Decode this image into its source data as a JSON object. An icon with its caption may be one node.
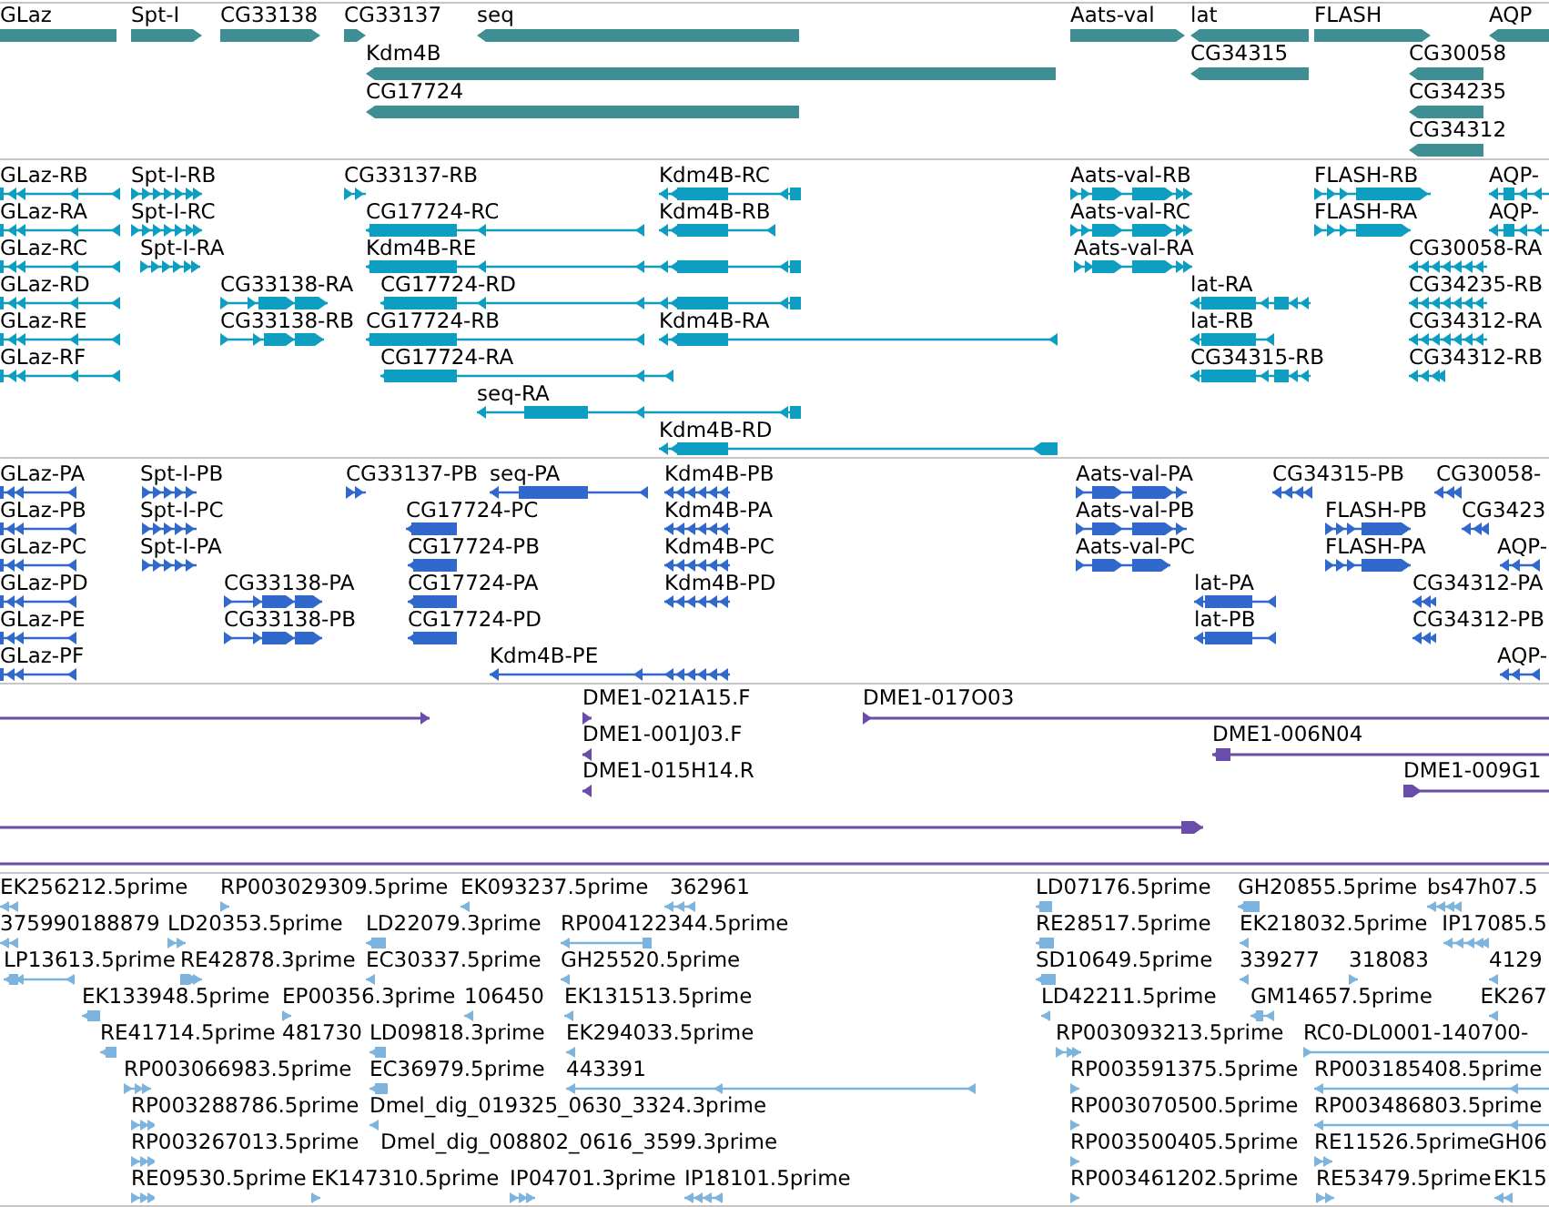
{
  "diagram": {
    "nodes": [
      {
        "text": [
          "GLaz"
        ]
      },
      {
        "text": [
          "Spt-I"
        ]
      },
      {
        "text": [
          "CG33138"
        ]
      },
      {
        "text": [
          "CG33137"
        ]
      },
      {
        "text": [
          "seq"
        ]
      },
      {
        "text": [
          "Aats-val"
        ]
      },
      {
        "text": [
          "lat"
        ]
      },
      {
        "text": [
          "FLASH"
        ]
      },
      {
        "text": [
          "AQP"
        ]
      },
      {
        "text": [
          "Kdm4B"
        ]
      },
      {
        "text": [
          "CG34315"
        ]
      },
      {
        "text": [
          "CG30058"
        ]
      },
      {
        "text": [
          "CG17724"
        ]
      },
      {
        "text": [
          "CG34235"
        ]
      },
      {
        "text": [
          "CG34312"
        ]
      },
      {
        "text": [
          "GLaz-RB"
        ]
      },
      {
        "text": [
          "Spt-I-RB"
        ]
      },
      {
        "text": [
          "CG33137-RB"
        ]
      },
      {
        "text": [
          "Kdm4B-RC"
        ]
      },
      {
        "text": [
          "Aats-val-RB"
        ]
      },
      {
        "text": [
          "FLASH-RB"
        ]
      },
      {
        "text": [
          "AQP-"
        ]
      },
      {
        "text": [
          "GLaz-RA"
        ]
      },
      {
        "text": [
          "Spt-I-RC"
        ]
      },
      {
        "text": [
          "CG17724-RC"
        ]
      },
      {
        "text": [
          "Kdm4B-RB"
        ]
      },
      {
        "text": [
          "Aats-val-RC"
        ]
      },
      {
        "text": [
          "FLASH-RA"
        ]
      },
      {
        "text": [
          "AQP-"
        ]
      },
      {
        "text": [
          "GLaz-RC"
        ]
      },
      {
        "text": [
          "Spt-I-RA"
        ]
      },
      {
        "text": [
          "Kdm4B-RE"
        ]
      },
      {
        "text": [
          "Aats-val-RA"
        ]
      },
      {
        "text": [
          "CG30058-RA"
        ]
      },
      {
        "text": [
          "GLaz-RD"
        ]
      },
      {
        "text": [
          "CG33138-RA"
        ]
      },
      {
        "text": [
          "CG17724-RD"
        ]
      },
      {
        "text": [
          "lat-RA"
        ]
      },
      {
        "text": [
          "CG34235-RB"
        ]
      },
      {
        "text": [
          "GLaz-RE"
        ]
      },
      {
        "text": [
          "CG33138-RB"
        ]
      },
      {
        "text": [
          "CG17724-RB"
        ]
      },
      {
        "text": [
          "Kdm4B-RA"
        ]
      },
      {
        "text": [
          "lat-RB"
        ]
      },
      {
        "text": [
          "CG34312-RA"
        ]
      },
      {
        "text": [
          "GLaz-RF"
        ]
      },
      {
        "text": [
          "CG17724-RA"
        ]
      },
      {
        "text": [
          "CG34315-RB"
        ]
      },
      {
        "text": [
          "CG34312-RB"
        ]
      },
      {
        "text": [
          "seq-RA"
        ]
      },
      {
        "text": [
          "Kdm4B-RD"
        ]
      },
      {
        "text": [
          "GLaz-PA"
        ]
      },
      {
        "text": [
          "Spt-I-PB"
        ]
      },
      {
        "text": [
          "CG33137-PB"
        ]
      },
      {
        "text": [
          "seq-PA"
        ]
      },
      {
        "text": [
          "Kdm4B-PB"
        ]
      },
      {
        "text": [
          "Aats-val-PA"
        ]
      },
      {
        "text": [
          "CG34315-PB"
        ]
      },
      {
        "text": [
          "CG30058-"
        ]
      },
      {
        "text": [
          "GLaz-PB"
        ]
      },
      {
        "text": [
          "Spt-I-PC"
        ]
      },
      {
        "text": [
          "CG17724-PC"
        ]
      },
      {
        "text": [
          "Kdm4B-PA"
        ]
      },
      {
        "text": [
          "Aats-val-PB"
        ]
      },
      {
        "text": [
          "FLASH-PB"
        ]
      },
      {
        "text": [
          "CG3423"
        ]
      },
      {
        "text": [
          "GLaz-PC"
        ]
      },
      {
        "text": [
          "Spt-I-PA"
        ]
      },
      {
        "text": [
          "CG17724-PB"
        ]
      },
      {
        "text": [
          "Kdm4B-PC"
        ]
      },
      {
        "text": [
          "Aats-val-PC"
        ]
      },
      {
        "text": [
          "FLASH-PA"
        ]
      },
      {
        "text": [
          "AQP-"
        ]
      },
      {
        "text": [
          "GLaz-PD"
        ]
      },
      {
        "text": [
          "CG33138-PA"
        ]
      },
      {
        "text": [
          "CG17724-PA"
        ]
      },
      {
        "text": [
          "Kdm4B-PD"
        ]
      },
      {
        "text": [
          "lat-PA"
        ]
      },
      {
        "text": [
          "CG34312-PA"
        ]
      },
      {
        "text": [
          "GLaz-PE"
        ]
      },
      {
        "text": [
          "CG33138-PB"
        ]
      },
      {
        "text": [
          "CG17724-PD"
        ]
      },
      {
        "text": [
          "lat-PB"
        ]
      },
      {
        "text": [
          "CG34312-PB"
        ]
      },
      {
        "text": [
          "GLaz-PF"
        ]
      },
      {
        "text": [
          "Kdm4B-PE"
        ]
      },
      {
        "text": [
          "AQP-"
        ]
      },
      {
        "text": [],
        "shape": "bar"
      },
      {
        "text": [
          "DME1-021A15.F"
        ]
      },
      {
        "text": [
          "DME1-017O03"
        ]
      },
      {
        "text": [
          "DME1-001J03.F"
        ]
      },
      {
        "text": [
          "DME1-006N04"
        ]
      },
      {
        "text": [
          "DME1-015H14.R"
        ]
      },
      {
        "text": [
          "DME1-009G1"
        ]
      },
      {
        "text": [],
        "shape": "bar"
      },
      {
        "text": [],
        "shape": "bar"
      },
      {
        "text": [
          "EK256212.5prime"
        ]
      },
      {
        "text": [
          "RP003029309.5prime"
        ]
      },
      {
        "text": [
          "EK093237.5prime"
        ]
      },
      {
        "text": [
          "362961"
        ]
      },
      {
        "text": [
          "LD07176.5prime"
        ]
      },
      {
        "text": [
          "GH20855.5prime"
        ]
      },
      {
        "text": [
          "bs47h07.5"
        ]
      },
      {
        "text": [
          "375990188879"
        ]
      },
      {
        "text": [
          "LD20353.5prime"
        ]
      },
      {
        "text": [
          "LD22079.3prime"
        ]
      },
      {
        "text": [
          "RP004122344.5prime"
        ]
      },
      {
        "text": [
          "RE28517.5prime"
        ]
      },
      {
        "text": [
          "EK218032.5prime"
        ]
      },
      {
        "text": [
          "IP17085.5"
        ]
      },
      {
        "text": [
          "LP13613.5prime"
        ]
      },
      {
        "text": [
          "RE42878.3prime"
        ]
      },
      {
        "text": [
          "EC30337.5prime"
        ]
      },
      {
        "text": [
          "GH25520.5prime"
        ]
      },
      {
        "text": [
          "SD10649.5prime"
        ]
      },
      {
        "text": [
          "339277"
        ]
      },
      {
        "text": [
          "318083"
        ]
      },
      {
        "text": [
          "4129"
        ]
      },
      {
        "text": [
          "EK133948.5prime"
        ]
      },
      {
        "text": [
          "EP00356.3prime"
        ]
      },
      {
        "text": [
          "106450"
        ]
      },
      {
        "text": [
          "EK131513.5prime"
        ]
      },
      {
        "text": [
          "LD42211.5prime"
        ]
      },
      {
        "text": [
          "GM14657.5prime"
        ]
      },
      {
        "text": [
          "EK267"
        ]
      },
      {
        "text": [
          "RE41714.5prime"
        ]
      },
      {
        "text": [
          "481730"
        ]
      },
      {
        "text": [
          "LD09818.3prime"
        ]
      },
      {
        "text": [
          "EK294033.5prime"
        ]
      },
      {
        "text": [
          "RP003093213.5prime"
        ]
      },
      {
        "text": [
          "RC0-DL0001-140700-"
        ]
      },
      {
        "text": [
          "RP003066983.5prime"
        ]
      },
      {
        "text": [
          "EC36979.5prime"
        ]
      },
      {
        "text": [
          "443391"
        ]
      },
      {
        "text": [
          "RP003591375.5prime"
        ]
      },
      {
        "text": [
          "RP003185408.5prime"
        ]
      },
      {
        "text": [
          "RP003288786.5prime"
        ]
      },
      {
        "text": [
          "Dmel_dig_019325_0630_3324.3prime"
        ]
      },
      {
        "text": [
          "RP003070500.5prime"
        ]
      },
      {
        "text": [
          "RP003486803.5prime"
        ]
      },
      {
        "text": [
          "RP003267013.5prime"
        ]
      },
      {
        "text": [
          "Dmel_dig_008802_0616_3599.3prime"
        ]
      },
      {
        "text": [
          "RP003500405.5prime"
        ]
      },
      {
        "text": [
          "RE11526.5prime"
        ]
      },
      {
        "text": [
          "GH06"
        ]
      },
      {
        "text": [
          "RE09530.5prime"
        ]
      },
      {
        "text": [
          "EK147310.5prime"
        ]
      },
      {
        "text": [
          "IP04701.3prime"
        ]
      },
      {
        "text": [
          "IP18101.5prime"
        ]
      },
      {
        "text": [
          "RP003461202.5prime"
        ]
      },
      {
        "text": [
          "RE53479.5prime"
        ]
      },
      {
        "text": [
          "EK15"
        ]
      }
    ]
  }
}
